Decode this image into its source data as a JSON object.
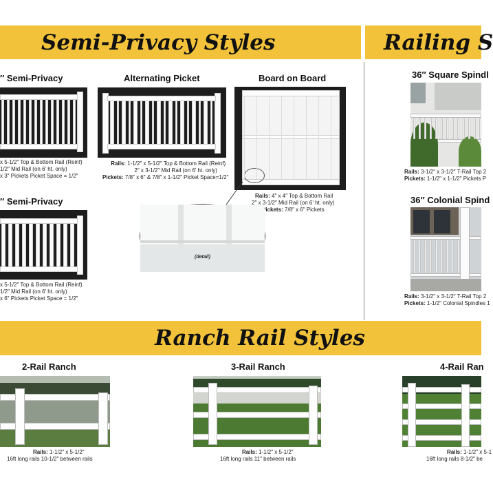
{
  "banners": {
    "semi_privacy": "Semi-Privacy Styles",
    "railing": "Railing S",
    "ranch_rail": "Ranch Rail Styles"
  },
  "semi_privacy": {
    "style1": {
      "heading": "″ Semi-Privacy",
      "specs": [
        "x 5-1/2″ Top & Bottom Rail (Reinf)",
        "1/2″ Mid Rail (on 6’ ht. only)",
        "x 3″ Pickets    Picket Space = 1/2″"
      ]
    },
    "alternating": {
      "heading": "Alternating Picket",
      "specs": [
        {
          "label": "Rails:",
          "text": " 1-1/2″ x 5-1/2″ Top & Bottom Rail (Reinf)"
        },
        {
          "label": "",
          "text": "2″ x 3-1/2″ Mid Rail (on 6’ ht. only)"
        },
        {
          "label": "Pickets:",
          "text": " 7/8″ x 6″ & 7/8″ x 1-1/2″  Picket Space=1/2″"
        }
      ]
    },
    "board_on_board": {
      "heading": "Board on Board",
      "specs": [
        {
          "label": "Rails:",
          "text": " 4″ x 4″ Top & Bottom Rail"
        },
        {
          "label": "",
          "text": "2″ x 3-1/2″ Mid Rail (on 6’ ht. only)"
        },
        {
          "label": "Pickets:",
          "text": " 7/8″ x 6″ Pickets"
        }
      ],
      "detail_label": "(detail)"
    },
    "style2": {
      "heading": "″ Semi-Privacy",
      "specs": [
        "x 5-1/2″ Top & Bottom Rail (Reinf)",
        "1/2″ Mid Rail (on 6’ ht. only)",
        "x 6″ Pickets    Picket Space = 1/2″"
      ]
    }
  },
  "railing": {
    "square": {
      "heading": "36″ Square Spindl",
      "specs": [
        {
          "label": "Rails:",
          "text": " 3-1/2″ x 3-1/2″ T-Rail Top  2"
        },
        {
          "label": "Pickets:",
          "text": " 1-1/2″ x 1-1/2″ Pickets  P"
        }
      ]
    },
    "colonial": {
      "heading": "36″ Colonial Spind",
      "specs": [
        {
          "label": "Rails:",
          "text": " 3-1/2″ x 3-1/2″ T-Rail Top  2"
        },
        {
          "label": "Pickets:",
          "text": " 1-1/2″ Colonial Spindles  1"
        }
      ]
    }
  },
  "ranch": {
    "two_rail": {
      "heading": "2-Rail Ranch",
      "specs": [
        {
          "label": "Rails:",
          "text": " 1-1/2″ x 5-1/2″"
        },
        {
          "label": "",
          "text": "16ft long rails  10-1/2″ between rails"
        }
      ]
    },
    "three_rail": {
      "heading": "3-Rail Ranch",
      "specs": [
        {
          "label": "Rails:",
          "text": " 1-1/2″ x 5-1/2″"
        },
        {
          "label": "",
          "text": "16ft long rails  11″ between rails"
        }
      ]
    },
    "four_rail": {
      "heading": "4-Rail Ran",
      "specs": [
        {
          "label": "Rails:",
          "text": " 1-1/2″ x 5-1"
        },
        {
          "label": "",
          "text": "16ft long rails  8-1/2″ be"
        }
      ]
    }
  },
  "colors": {
    "banner": "#f2c33a",
    "photo_dark": "#1d1d1d",
    "grass": "#4d7a36"
  }
}
